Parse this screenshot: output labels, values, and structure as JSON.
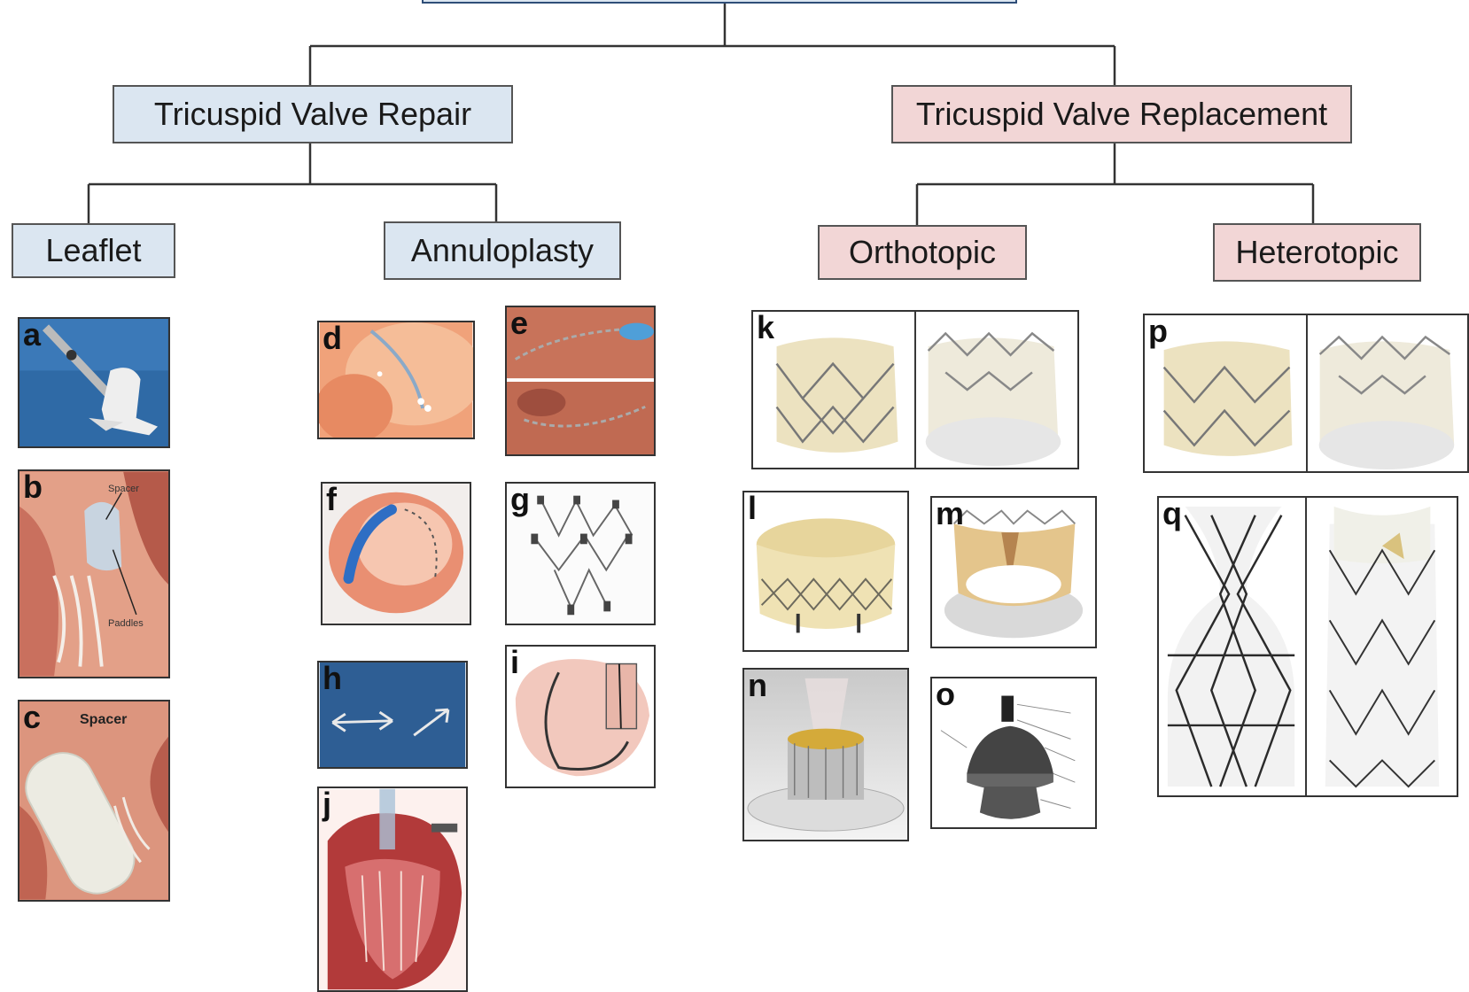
{
  "tree": {
    "repair": {
      "label": "Tricuspid Valve Repair",
      "children": {
        "leaflet": "Leaflet",
        "annuloplasty": "Annuloplasty"
      }
    },
    "replacement": {
      "label": "Tricuspid Valve Replacement",
      "children": {
        "orthotopic": "Orthotopic",
        "heterotopic": "Heterotopic"
      }
    }
  },
  "panels": {
    "a": "a",
    "b": "b",
    "c": "c",
    "d": "d",
    "e": "e",
    "f": "f",
    "g": "g",
    "h": "h",
    "i": "i",
    "j": "j",
    "k": "k",
    "l": "l",
    "m": "m",
    "n": "n",
    "o": "o",
    "p": "p",
    "q": "q"
  },
  "annotations": {
    "b_spacer": "Spacer",
    "b_paddles": "Paddles",
    "c_spacer": "Spacer"
  },
  "colors": {
    "repair_fill": "#dbe6f1",
    "replacement_fill": "#f2d6d6",
    "root_border": "#2f4e78"
  }
}
